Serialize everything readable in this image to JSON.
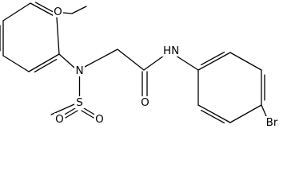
{
  "molecule": {
    "atoms": {
      "ethoxy_o": "O",
      "sulfonamide_n": "N",
      "sulfur": "S",
      "sulfonyl_o_left": "O",
      "sulfonyl_o_right": "O",
      "amide_n": "N",
      "amide_h": "H",
      "carbonyl_o": "O",
      "bromine": "Br"
    }
  }
}
